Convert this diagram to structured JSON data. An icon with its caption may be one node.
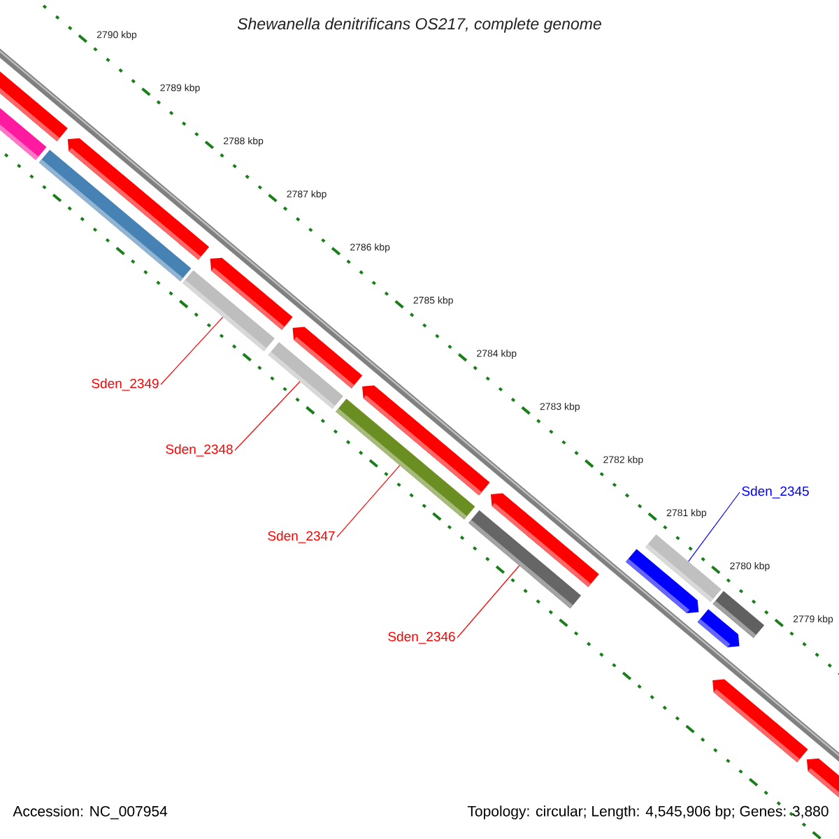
{
  "diagram": {
    "title": "Shewanella denitrificans OS217, complete genome",
    "nodes": [
      {
        "text": [
          "Sden_2349"
        ]
      },
      {
        "text": [],
        "shape": "bar"
      },
      {
        "text": [
          "Sden_2348"
        ]
      },
      {
        "text": [],
        "shape": "bar"
      },
      {
        "text": [
          "Sden_2347"
        ]
      },
      {
        "text": [],
        "shape": "bar"
      },
      {
        "text": [
          "Sden_2346"
        ]
      },
      {
        "text": [],
        "shape": "bar"
      },
      {
        "text": [
          "Sden_2345"
        ]
      },
      {
        "text": [],
        "shape": "bar"
      }
    ],
    "edges": [
      {
        "from": 0,
        "to": 1,
        "arrow": "none"
      },
      {
        "from": 2,
        "to": 3,
        "arrow": "none"
      },
      {
        "from": 4,
        "to": 5,
        "arrow": "none"
      },
      {
        "from": 6,
        "to": 7,
        "arrow": "none"
      },
      {
        "from": 8,
        "to": 9,
        "arrow": "none",
        "color": "#0000ff"
      }
    ],
    "labels": [
      "2790 kbp",
      "2789 kbp",
      "2788 kbp",
      "2787 kbp",
      "2786 kbp",
      "2785 kbp",
      "2784 kbp",
      "2783 kbp",
      "2782 kbp",
      "2781 kbp",
      "2780 kbp",
      "2779 kbp",
      "Accession: NC_007954",
      "Topology: circular; Length: 4,545,906 bp; Genes: 3,880"
    ]
  }
}
